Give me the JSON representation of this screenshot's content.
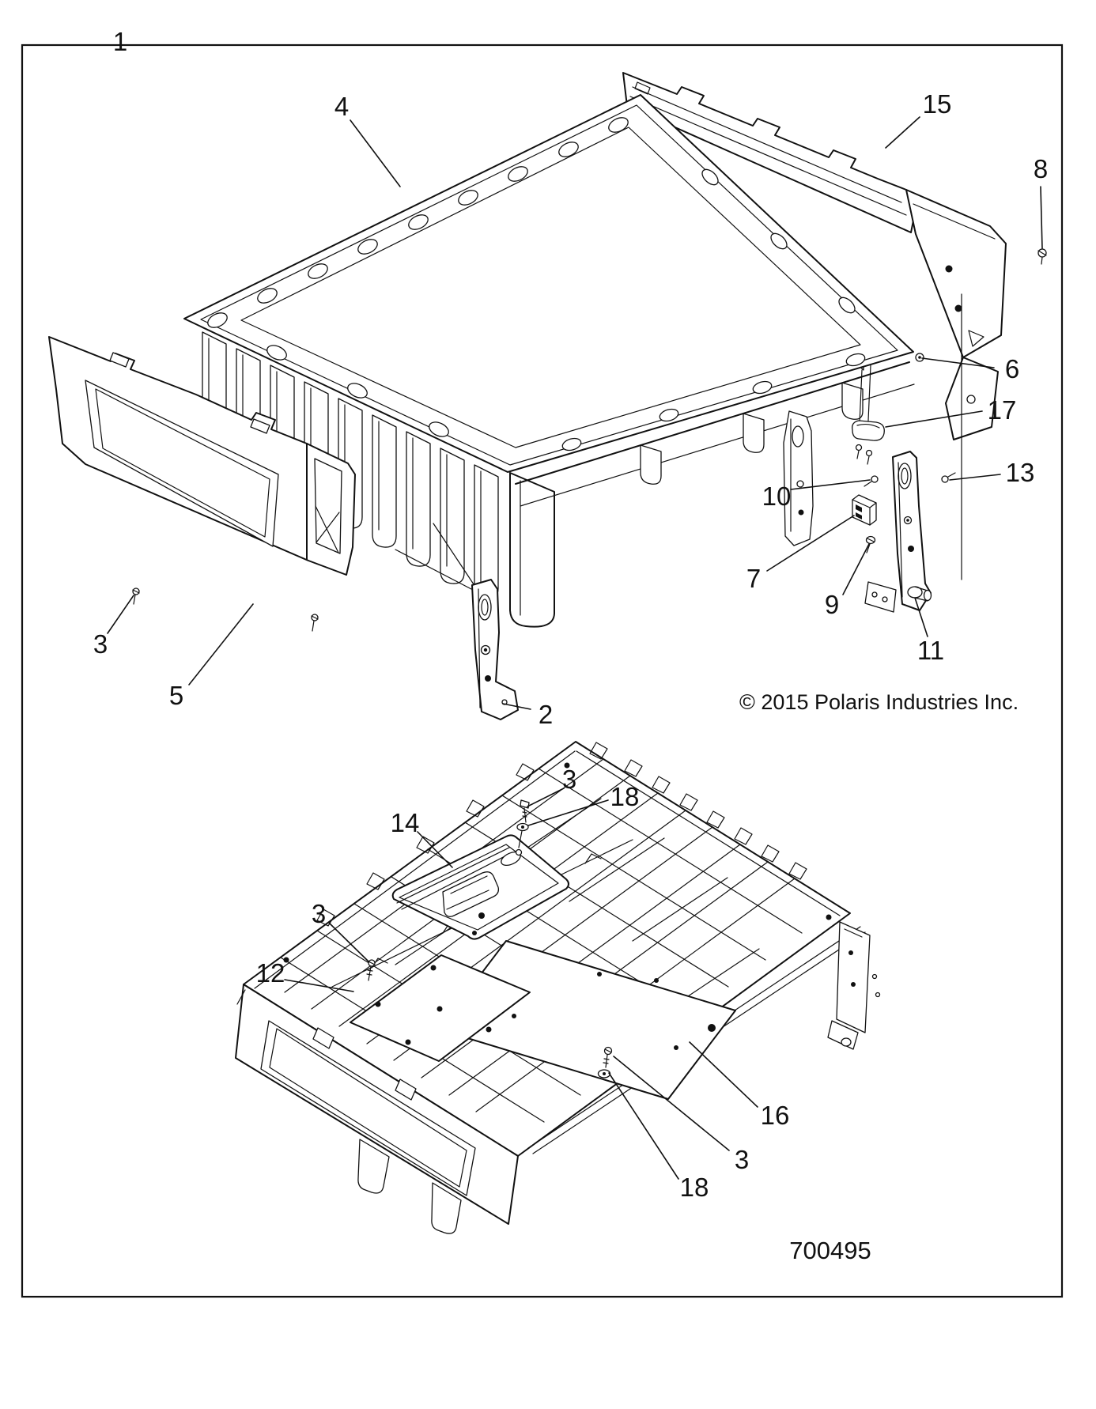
{
  "diagram": {
    "copyright": "© 2015 Polaris Industries Inc.",
    "drawing_number": "700495",
    "callouts": [
      {
        "label": "1"
      },
      {
        "label": "4"
      },
      {
        "label": "15"
      },
      {
        "label": "8"
      },
      {
        "label": "6"
      },
      {
        "label": "17"
      },
      {
        "label": "13"
      },
      {
        "label": "10"
      },
      {
        "label": "7"
      },
      {
        "label": "9"
      },
      {
        "label": "11"
      },
      {
        "label": "2"
      },
      {
        "label": "3"
      },
      {
        "label": "5"
      },
      {
        "label": "3"
      },
      {
        "label": "18"
      },
      {
        "label": "14"
      },
      {
        "label": "3"
      },
      {
        "label": "12"
      },
      {
        "label": "16"
      },
      {
        "label": "3"
      },
      {
        "label": "18"
      }
    ]
  }
}
